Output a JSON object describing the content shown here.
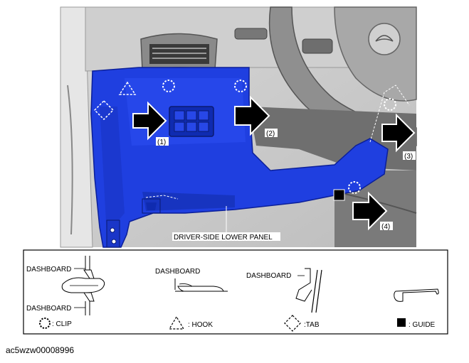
{
  "illustration": {
    "panel_label": "DRIVER-SIDE LOWER PANEL",
    "step_labels": [
      "(1)",
      "(2)",
      "(3)",
      "(4)"
    ]
  },
  "legend": {
    "clip_detail_labels": [
      "DASHBOARD",
      "DASHBOARD"
    ],
    "hook_detail_label": "DASHBOARD",
    "tab_detail_label": "DASHBOARD",
    "key": [
      {
        "symbol": "clip-icon",
        "label": ": CLIP"
      },
      {
        "symbol": "hook-icon",
        "label": ": HOOK"
      },
      {
        "symbol": "tab-icon",
        "label": ":TAB"
      },
      {
        "symbol": "guide-icon",
        "label": ": GUIDE"
      }
    ]
  },
  "document_id": "ac5wzw00008996",
  "colors": {
    "panel_blue": "#1f3fe0",
    "arrow_black": "#000000"
  }
}
